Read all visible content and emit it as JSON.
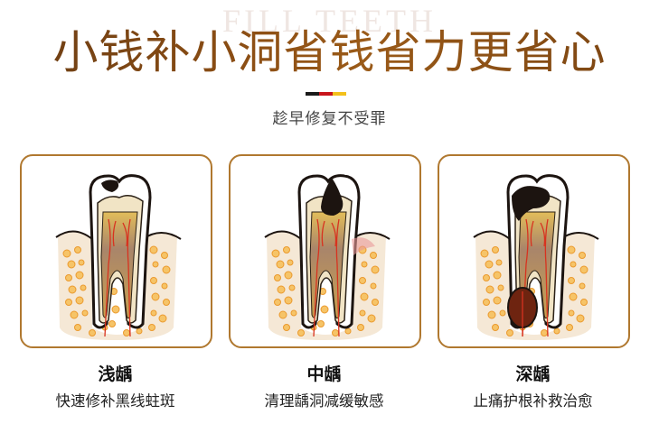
{
  "header": {
    "background_word": "FILL TEETH",
    "title": "小钱补小洞省钱省力更省心",
    "color_bar": [
      "#1a1a1a",
      "#c8141b",
      "#f3c019"
    ],
    "subtitle": "趁早修复不受罪"
  },
  "colors": {
    "title_brown": "#8a4d14",
    "card_border": "#b0782f",
    "enamel": "#ffffff",
    "dentin": "#f2e6c9",
    "pulp": "#c9a050",
    "gum": "#f4e7d6",
    "bone_dots": "#f1a93a",
    "nerve": "#d8321f",
    "decay": "#1c1410"
  },
  "stages": [
    {
      "name": "浅龋",
      "description": "快速修补黑线蛀斑",
      "decay_level": "shallow"
    },
    {
      "name": "中龋",
      "description": "清理龋洞减缓敏感",
      "decay_level": "medium"
    },
    {
      "name": "深龋",
      "description": "止痛护根补救治愈",
      "decay_level": "deep"
    }
  ]
}
